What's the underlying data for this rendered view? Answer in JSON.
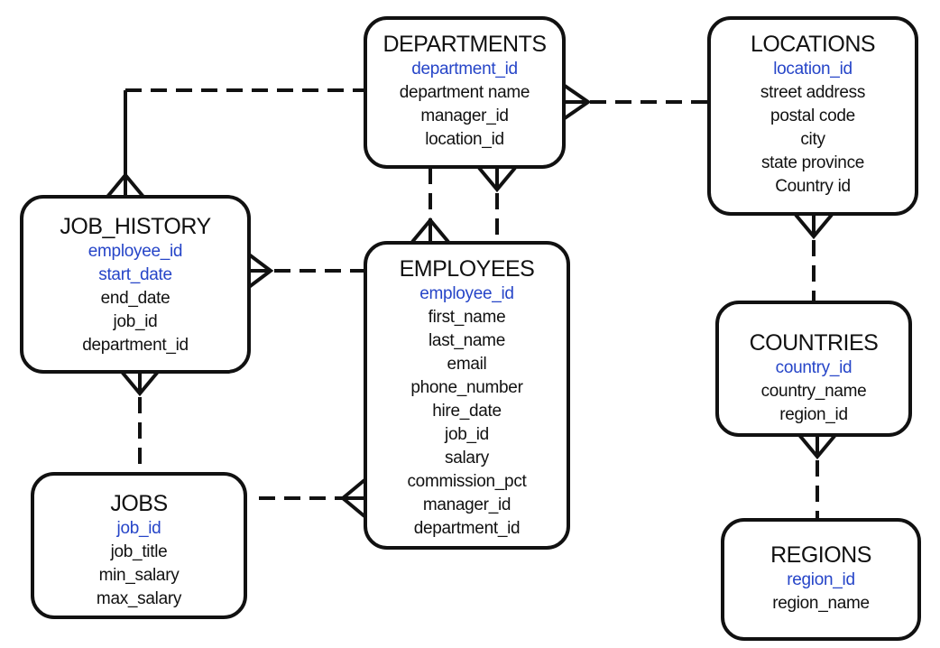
{
  "colors": {
    "line": "#111111",
    "primary_key": "#2645c8",
    "attribute": "#111111",
    "background": "#ffffff"
  },
  "entities": {
    "departments": {
      "title": "DEPARTMENTS",
      "attributes": [
        {
          "name": "department_id",
          "pk": true
        },
        {
          "name": "department name",
          "pk": false
        },
        {
          "name": "manager_id",
          "pk": false
        },
        {
          "name": "location_id",
          "pk": false
        }
      ]
    },
    "locations": {
      "title": "LOCATIONS",
      "attributes": [
        {
          "name": "location_id",
          "pk": true
        },
        {
          "name": "street address",
          "pk": false
        },
        {
          "name": "postal code",
          "pk": false
        },
        {
          "name": "city",
          "pk": false
        },
        {
          "name": "state province",
          "pk": false
        },
        {
          "name": "Country id",
          "pk": false
        }
      ]
    },
    "job_history": {
      "title": "JOB_HISTORY",
      "attributes": [
        {
          "name": "employee_id",
          "pk": true
        },
        {
          "name": "start_date",
          "pk": true
        },
        {
          "name": "end_date",
          "pk": false
        },
        {
          "name": "job_id",
          "pk": false
        },
        {
          "name": "department_id",
          "pk": false
        }
      ]
    },
    "employees": {
      "title": "EMPLOYEES",
      "attributes": [
        {
          "name": "employee_id",
          "pk": true
        },
        {
          "name": "first_name",
          "pk": false
        },
        {
          "name": "last_name",
          "pk": false
        },
        {
          "name": "email",
          "pk": false
        },
        {
          "name": "phone_number",
          "pk": false
        },
        {
          "name": "hire_date",
          "pk": false
        },
        {
          "name": "job_id",
          "pk": false
        },
        {
          "name": "salary",
          "pk": false
        },
        {
          "name": "commission_pct",
          "pk": false
        },
        {
          "name": "manager_id",
          "pk": false
        },
        {
          "name": "department_id",
          "pk": false
        }
      ]
    },
    "countries": {
      "title": "COUNTRIES",
      "attributes": [
        {
          "name": "country_id",
          "pk": true
        },
        {
          "name": "country_name",
          "pk": false
        },
        {
          "name": "region_id",
          "pk": false
        }
      ]
    },
    "jobs": {
      "title": "JOBS",
      "attributes": [
        {
          "name": "job_id",
          "pk": true
        },
        {
          "name": "job_title",
          "pk": false
        },
        {
          "name": "min_salary",
          "pk": false
        },
        {
          "name": "max_salary",
          "pk": false
        }
      ]
    },
    "regions": {
      "title": "REGIONS",
      "attributes": [
        {
          "name": "region_id",
          "pk": true
        },
        {
          "name": "region_name",
          "pk": false
        }
      ]
    }
  },
  "relationships": [
    {
      "from": "departments",
      "to": "locations",
      "many_end": "departments"
    },
    {
      "from": "job_history",
      "to": "departments",
      "many_end": "job_history"
    },
    {
      "from": "job_history",
      "to": "employees",
      "many_end": "job_history"
    },
    {
      "from": "job_history",
      "to": "jobs",
      "many_end": "job_history"
    },
    {
      "from": "employees",
      "to": "departments",
      "many_end": "employees"
    },
    {
      "from": "departments",
      "to": "employees",
      "many_end": "departments"
    },
    {
      "from": "employees",
      "to": "jobs",
      "many_end": "employees"
    },
    {
      "from": "locations",
      "to": "countries",
      "many_end": "locations"
    },
    {
      "from": "countries",
      "to": "regions",
      "many_end": "countries"
    }
  ]
}
